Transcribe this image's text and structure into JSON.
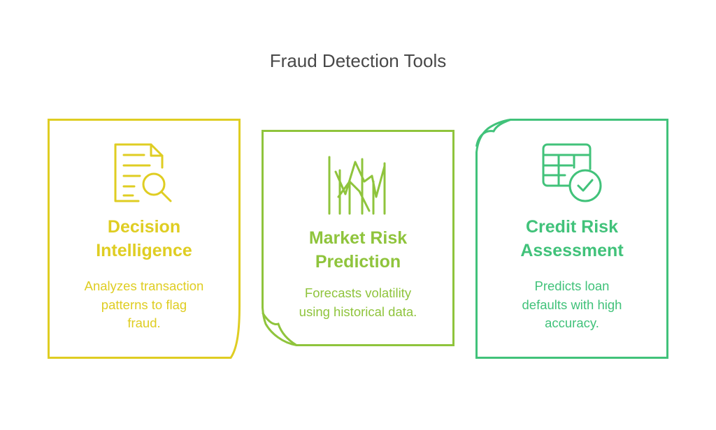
{
  "title": "Fraud Detection Tools",
  "colors": {
    "yellow": "#DFCD22",
    "olive": "#8FC43C",
    "green": "#41C27A",
    "title_text": "#484848"
  },
  "cards": [
    {
      "icon": "document-search-icon",
      "title": "Decision\nIntelligence",
      "description": "Analyzes transaction\npatterns to flag\nfraud."
    },
    {
      "icon": "line-chart-icon",
      "title": "Market Risk\nPrediction",
      "description": "Forecasts volatility\nusing historical data."
    },
    {
      "icon": "table-check-icon",
      "title": "Credit Risk\nAssessment",
      "description": "Predicts loan\ndefaults with high\naccuracy."
    }
  ]
}
